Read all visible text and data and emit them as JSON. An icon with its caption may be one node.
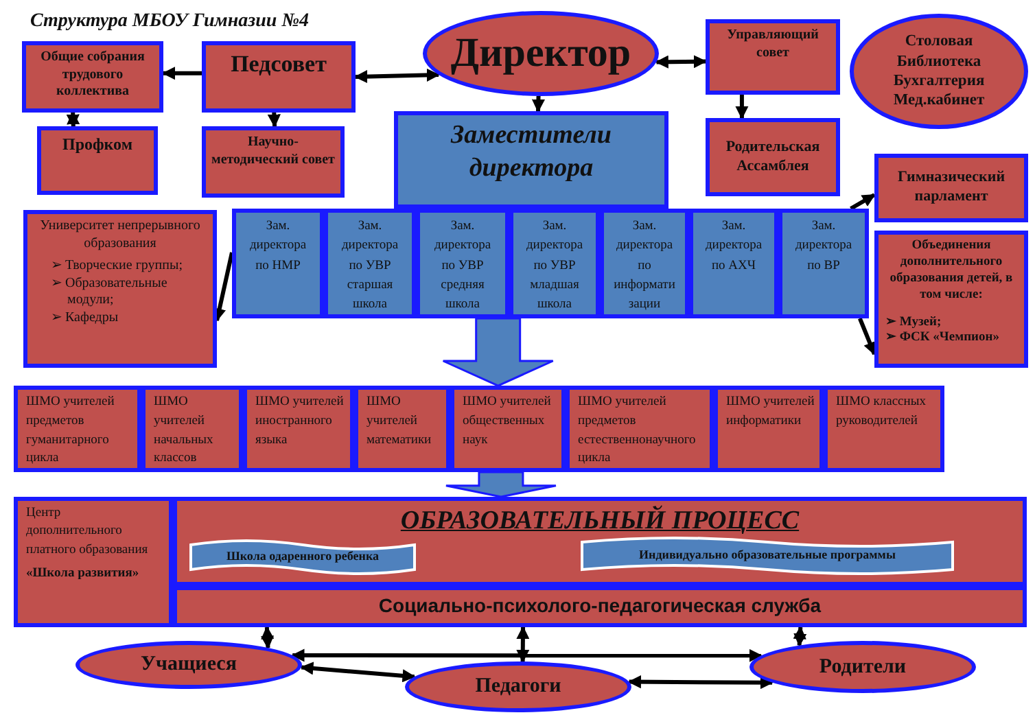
{
  "diagram": {
    "title": "Структура МБОУ Гимназии №4",
    "nodes": [
      {
        "text": [
          "Директор"
        ]
      },
      {
        "text": [
          "Педсовет"
        ]
      },
      {
        "text": [
          "Общие собрания трудового коллектива"
        ]
      },
      {
        "text": [
          "Профком"
        ]
      },
      {
        "text": [
          "Научно-методический совет"
        ]
      },
      {
        "text": [
          "Управляющий совет"
        ]
      },
      {
        "text": [
          "Родительская Ассамблея"
        ]
      },
      {
        "text": [
          "Столовая Библиотека Бухгалтерия Мед.кабинет"
        ]
      },
      {
        "text": [
          "Заместители директора"
        ]
      },
      {
        "text": [
          "Университет непрерывного образования",
          "➢ Творческие группы;",
          "➢ Образовательные модули;",
          "➢ Кафедры"
        ]
      },
      {
        "text": [
          "Зам. директора по НМР"
        ]
      },
      {
        "text": [
          "Зам. директора по УВР старшая школа"
        ]
      },
      {
        "text": [
          "Зам. директора по УВР средняя школа"
        ]
      },
      {
        "text": [
          "Зам. директора по УВР младшая школа"
        ]
      },
      {
        "text": [
          "Зам. директора по информати зации"
        ]
      },
      {
        "text": [
          "Зам. директора по АХЧ"
        ]
      },
      {
        "text": [
          "Зам. директора по ВР"
        ]
      },
      {
        "text": [
          "Гимназический парламент"
        ]
      },
      {
        "text": [
          "Объединения дополнительного образования детей, в том числе:",
          "➢ Музей;",
          "➢ ФСК «Чемпион»"
        ]
      },
      {
        "text": [
          "ШМО учителей предметов гуманитарного цикла"
        ]
      },
      {
        "text": [
          "ШМО учителей начальных классов"
        ]
      },
      {
        "text": [
          "ШМО учителей иностранного языка"
        ]
      },
      {
        "text": [
          "ШМО учителей математики"
        ]
      },
      {
        "text": [
          "ШМО учителей общественных наук"
        ]
      },
      {
        "text": [
          "ШМО учителей предметов естественнонаучного цикла"
        ]
      },
      {
        "text": [
          "ШМО учителей информатики"
        ]
      },
      {
        "text": [
          "ШМО классных руководителей"
        ]
      },
      {
        "text": [
          "Центр дополнительного платного образования",
          "«Школа развития»"
        ]
      },
      {
        "text": [
          "ОБРАЗОВАТЕЛЬНЫЙ ПРОЦЕСС"
        ]
      },
      {
        "text": [
          "Школа одаренного ребенка"
        ],
        "in": 28
      },
      {
        "text": [
          "Индивидуально образовательные программы"
        ],
        "in": 28
      },
      {
        "text": [
          "Социально-психолого-педагогическая служба"
        ]
      },
      {
        "text": [
          "Учащиеся"
        ]
      },
      {
        "text": [
          "Педагоги"
        ]
      },
      {
        "text": [
          "Родители"
        ]
      }
    ],
    "edges": [
      {
        "from": 0,
        "to": 1,
        "arrow": "both"
      },
      {
        "from": 1,
        "to": 2,
        "arrow": "to"
      },
      {
        "from": 2,
        "to": 3,
        "arrow": "both"
      },
      {
        "from": 1,
        "to": 4,
        "arrow": "to"
      },
      {
        "from": 0,
        "to": 5,
        "arrow": "both"
      },
      {
        "from": 5,
        "to": 6,
        "arrow": "to"
      },
      {
        "from": 0,
        "to": 8,
        "arrow": "to"
      },
      {
        "from": 16,
        "to": 17,
        "arrow": "to"
      },
      {
        "from": 16,
        "to": 18,
        "arrow": "to"
      },
      {
        "from": 10,
        "to": 9,
        "arrow": "to"
      },
      {
        "from": 12,
        "to": 23,
        "arrow": "to",
        "style": "thick"
      },
      {
        "from": 23,
        "to": 28,
        "arrow": "to",
        "style": "thick"
      },
      {
        "from": 31,
        "to": 32,
        "arrow": "both"
      },
      {
        "from": 31,
        "to": 33,
        "arrow": "both"
      },
      {
        "from": 31,
        "to": 34,
        "arrow": "both"
      },
      {
        "from": 32,
        "to": 34,
        "arrow": "both"
      },
      {
        "from": 32,
        "to": 33,
        "arrow": "both"
      },
      {
        "from": 33,
        "to": 34,
        "arrow": "both"
      }
    ]
  }
}
